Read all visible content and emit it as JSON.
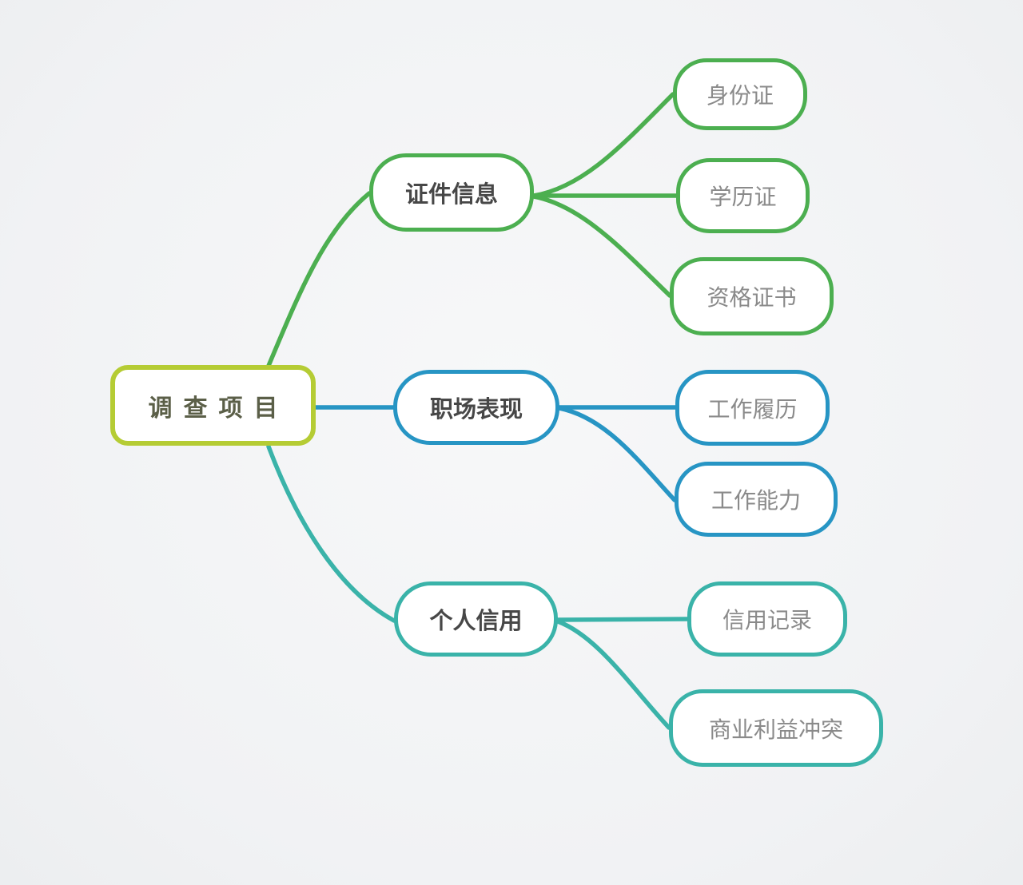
{
  "colors": {
    "background": "#f1f2f4",
    "node_bg": "#ffffff",
    "root_border": "#b5cc34",
    "root_text": "#5b5f48",
    "branch_green": "#4caf50",
    "branch_blue": "#2795c4",
    "branch_teal": "#3ab3a9",
    "branch_text": "#474747",
    "leaf_text": "#8a8a8a"
  },
  "mindmap": {
    "root": {
      "label": "调查项目"
    },
    "branches": [
      {
        "label": "证件信息",
        "color": "#4caf50",
        "children": [
          {
            "label": "身份证"
          },
          {
            "label": "学历证"
          },
          {
            "label": "资格证书"
          }
        ]
      },
      {
        "label": "职场表现",
        "color": "#2795c4",
        "children": [
          {
            "label": "工作履历"
          },
          {
            "label": "工作能力"
          }
        ]
      },
      {
        "label": "个人信用",
        "color": "#3ab3a9",
        "children": [
          {
            "label": "信用记录"
          },
          {
            "label": "商业利益冲突"
          }
        ]
      }
    ]
  }
}
